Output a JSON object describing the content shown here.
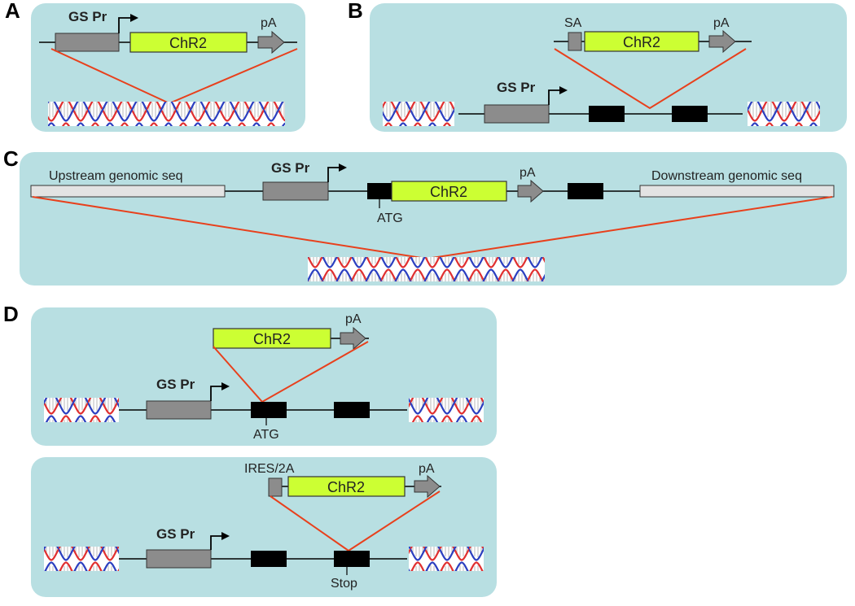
{
  "colors": {
    "panel_bg": "#b8dfe2",
    "insert_line": "#e8401c",
    "chr2_fill": "#ccff33",
    "gray_box": "#8c8c8c",
    "exon": "#000000",
    "dna_red": "#e03030",
    "dna_blue": "#2b3fc0"
  },
  "panels": {
    "A": {
      "letter": "A",
      "promoter": "GS Pr",
      "gene": "ChR2",
      "polya": "pA"
    },
    "B": {
      "letter": "B",
      "splice_acceptor": "SA",
      "gene": "ChR2",
      "polya": "pA",
      "promoter": "GS Pr"
    },
    "C": {
      "letter": "C",
      "upstream": "Upstream genomic seq",
      "promoter": "GS Pr",
      "gene": "ChR2",
      "polya": "pA",
      "downstream": "Downstream genomic seq",
      "start_codon": "ATG"
    },
    "D": {
      "letter": "D",
      "top": {
        "gene": "ChR2",
        "polya": "pA",
        "promoter": "GS Pr",
        "start_codon": "ATG"
      },
      "bottom": {
        "ires": "IRES/2A",
        "gene": "ChR2",
        "polya": "pA",
        "promoter": "GS Pr",
        "stop_codon": "Stop"
      }
    }
  }
}
